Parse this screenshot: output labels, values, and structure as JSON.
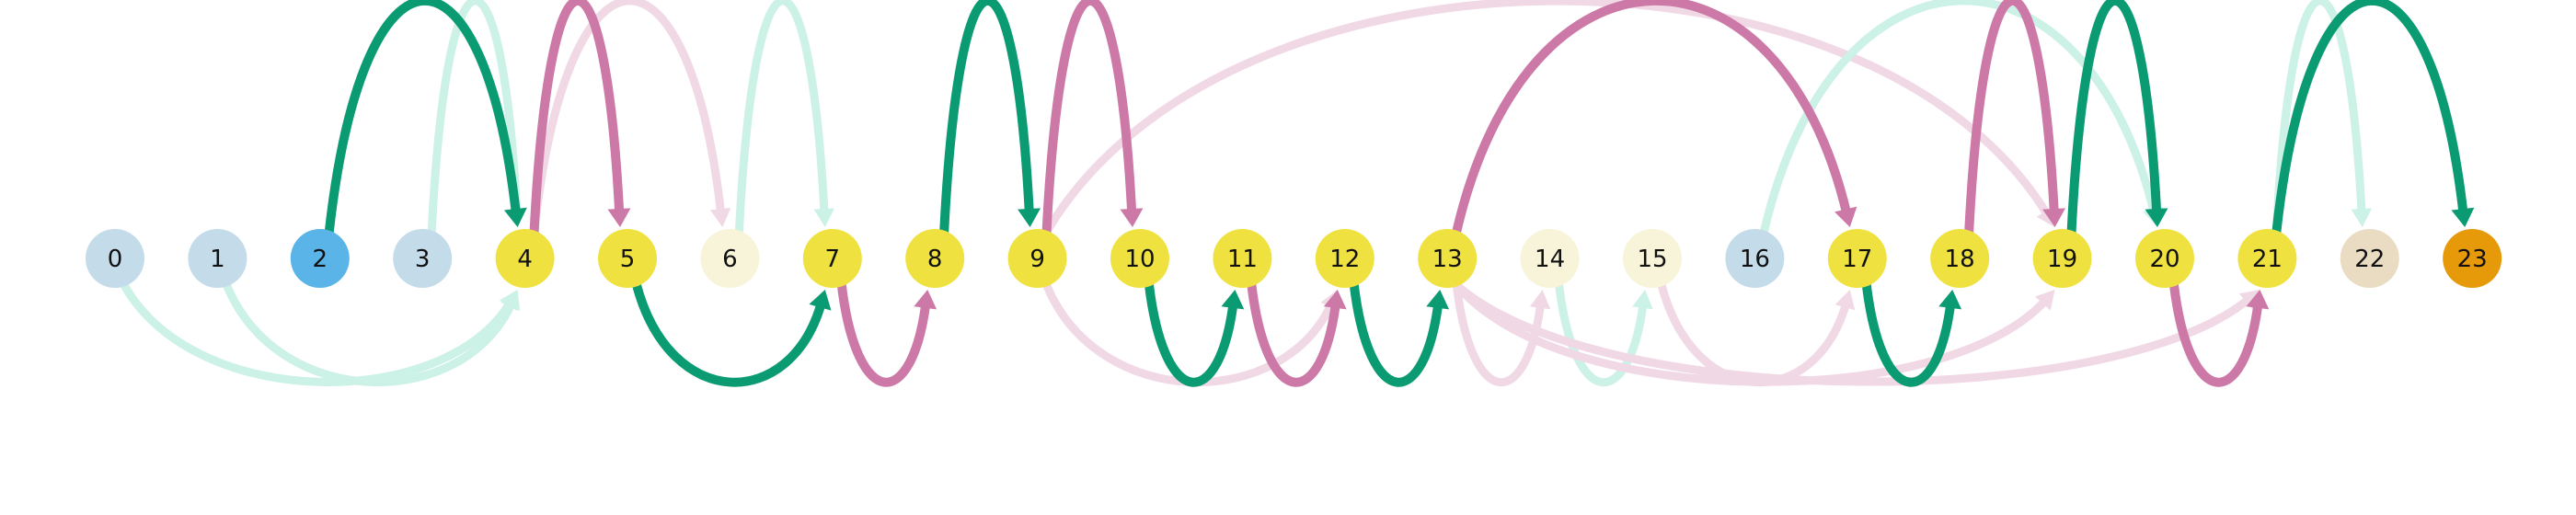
{
  "nodes": [
    {
      "label": "0",
      "color": "#c4dcea"
    },
    {
      "label": "1",
      "color": "#c4dcea"
    },
    {
      "label": "2",
      "color": "#5ab4e8"
    },
    {
      "label": "3",
      "color": "#c4dcea"
    },
    {
      "label": "4",
      "color": "#efe240"
    },
    {
      "label": "5",
      "color": "#efe240"
    },
    {
      "label": "6",
      "color": "#f7f4d9"
    },
    {
      "label": "7",
      "color": "#efe240"
    },
    {
      "label": "8",
      "color": "#efe240"
    },
    {
      "label": "9",
      "color": "#efe240"
    },
    {
      "label": "10",
      "color": "#efe240"
    },
    {
      "label": "11",
      "color": "#efe240"
    },
    {
      "label": "12",
      "color": "#efe240"
    },
    {
      "label": "13",
      "color": "#efe240"
    },
    {
      "label": "14",
      "color": "#f7f4d9"
    },
    {
      "label": "15",
      "color": "#f7f4d9"
    },
    {
      "label": "16",
      "color": "#c4dcea"
    },
    {
      "label": "17",
      "color": "#efe240"
    },
    {
      "label": "18",
      "color": "#efe240"
    },
    {
      "label": "19",
      "color": "#efe240"
    },
    {
      "label": "20",
      "color": "#efe240"
    },
    {
      "label": "21",
      "color": "#efe240"
    },
    {
      "label": "22",
      "color": "#eadcc2"
    },
    {
      "label": "23",
      "color": "#e69a0a"
    }
  ],
  "edge_colors": {
    "green": "#0b9b73",
    "pink": "#cd79a7",
    "green_light": "#ccf1e6",
    "pink_light": "#f1d8e5"
  },
  "edges": [
    {
      "from": 0,
      "to": 4,
      "side": "below",
      "style": "green_light"
    },
    {
      "from": 1,
      "to": 4,
      "side": "below",
      "style": "green_light"
    },
    {
      "from": 3,
      "to": 4,
      "side": "above",
      "style": "green_light"
    },
    {
      "from": 4,
      "to": 6,
      "side": "above",
      "style": "pink_light"
    },
    {
      "from": 6,
      "to": 7,
      "side": "above",
      "style": "green_light"
    },
    {
      "from": 9,
      "to": 19,
      "side": "above",
      "style": "pink_light"
    },
    {
      "from": 9,
      "to": 12,
      "side": "below",
      "style": "pink_light"
    },
    {
      "from": 13,
      "to": 14,
      "side": "below",
      "style": "pink_light"
    },
    {
      "from": 14,
      "to": 15,
      "side": "below",
      "style": "green_light"
    },
    {
      "from": 15,
      "to": 17,
      "side": "below",
      "style": "pink_light"
    },
    {
      "from": 13,
      "to": 19,
      "side": "below",
      "style": "pink_light"
    },
    {
      "from": 13,
      "to": 21,
      "side": "below",
      "style": "pink_light"
    },
    {
      "from": 16,
      "to": 20,
      "side": "above",
      "style": "green_light"
    },
    {
      "from": 21,
      "to": 22,
      "side": "above",
      "style": "green_light"
    },
    {
      "from": 2,
      "to": 4,
      "side": "above",
      "style": "green"
    },
    {
      "from": 4,
      "to": 5,
      "side": "above",
      "style": "pink"
    },
    {
      "from": 5,
      "to": 7,
      "side": "below",
      "style": "green"
    },
    {
      "from": 7,
      "to": 8,
      "side": "below",
      "style": "pink"
    },
    {
      "from": 8,
      "to": 9,
      "side": "above",
      "style": "green"
    },
    {
      "from": 9,
      "to": 10,
      "side": "above",
      "style": "pink"
    },
    {
      "from": 10,
      "to": 11,
      "side": "below",
      "style": "green"
    },
    {
      "from": 11,
      "to": 12,
      "side": "below",
      "style": "pink"
    },
    {
      "from": 12,
      "to": 13,
      "side": "below",
      "style": "green"
    },
    {
      "from": 13,
      "to": 17,
      "side": "above",
      "style": "pink"
    },
    {
      "from": 17,
      "to": 18,
      "side": "below",
      "style": "green"
    },
    {
      "from": 18,
      "to": 19,
      "side": "above",
      "style": "pink"
    },
    {
      "from": 19,
      "to": 20,
      "side": "above",
      "style": "green"
    },
    {
      "from": 20,
      "to": 21,
      "side": "below",
      "style": "pink"
    },
    {
      "from": 21,
      "to": 23,
      "side": "above",
      "style": "green"
    }
  ]
}
